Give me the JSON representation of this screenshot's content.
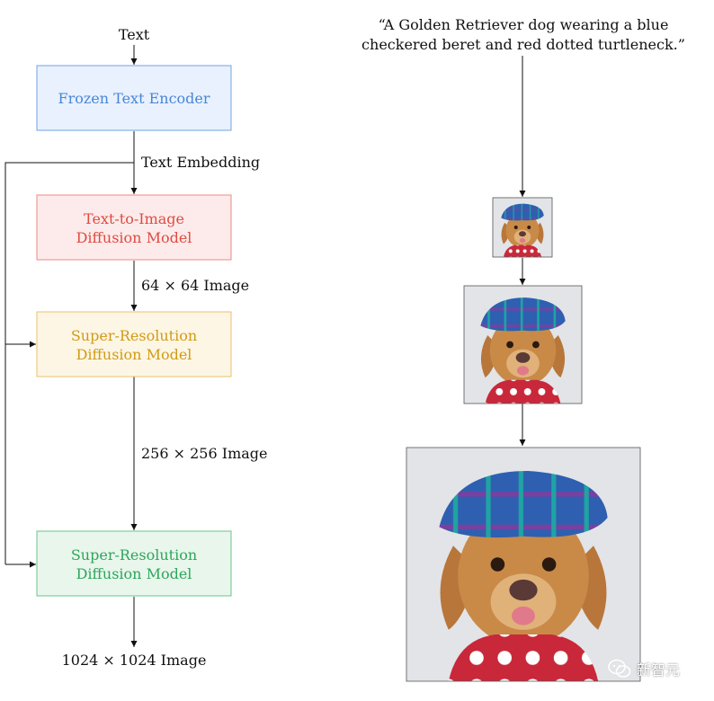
{
  "flow": {
    "text_input": "Text",
    "encoder": "Frozen Text Encoder",
    "embedding": "Text Embedding",
    "t2i_line1": "Text-to-Image",
    "t2i_line2": "Diffusion Model",
    "res64": "64 × 64 Image",
    "sr1_line1": "Super-Resolution",
    "sr1_line2": "Diffusion Model",
    "res256": "256 × 256 Image",
    "sr2_line1": "Super-Resolution",
    "sr2_line2": "Diffusion Model",
    "res1024": "1024 × 1024 Image"
  },
  "prompt": {
    "line1": "“A Golden Retriever dog wearing a blue",
    "line2": "checkered beret and red dotted turtleneck.”"
  },
  "watermark": {
    "text": "新智元"
  },
  "colors": {
    "encoder_fill": "#e8f1fd",
    "encoder_stroke": "#6fa4e6",
    "encoder_text": "#4a86d6",
    "t2i_fill": "#fcebea",
    "t2i_stroke": "#ec8a85",
    "t2i_text": "#e04a43",
    "sr1_fill": "#fdf6e4",
    "sr1_stroke": "#e9c26a",
    "sr1_text": "#d19a16",
    "sr2_fill": "#e8f6ec",
    "sr2_stroke": "#6cc48a",
    "sr2_text": "#2ea55a",
    "beret": "#2f5fb0",
    "fur": "#c98a48",
    "sweater": "#c8283a"
  }
}
